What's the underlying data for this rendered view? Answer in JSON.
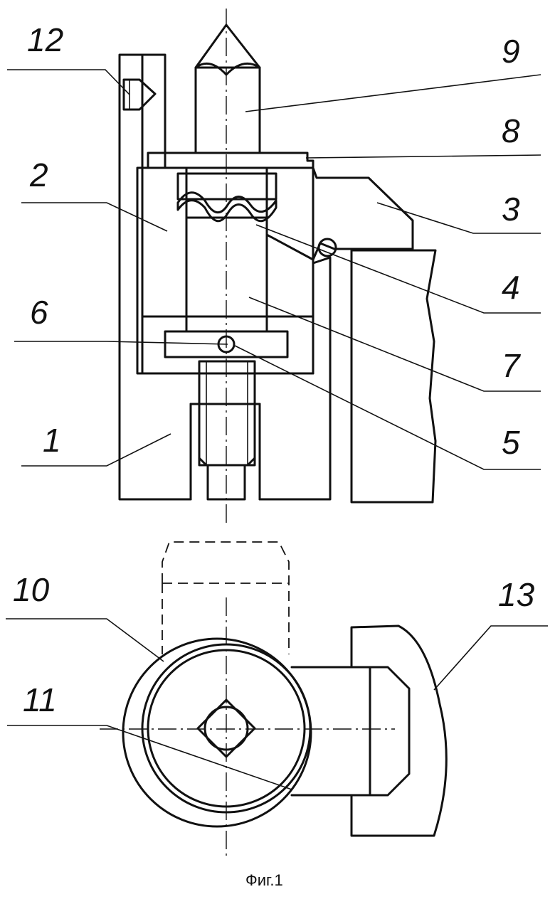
{
  "figure": {
    "caption": "Фиг.1",
    "labels": {
      "n1": "1",
      "n2": "2",
      "n3": "3",
      "n4": "4",
      "n5": "5",
      "n6": "6",
      "n7": "7",
      "n8": "8",
      "n9": "9",
      "n10": "10",
      "n11": "11",
      "n12": "12",
      "n13": "13"
    }
  }
}
